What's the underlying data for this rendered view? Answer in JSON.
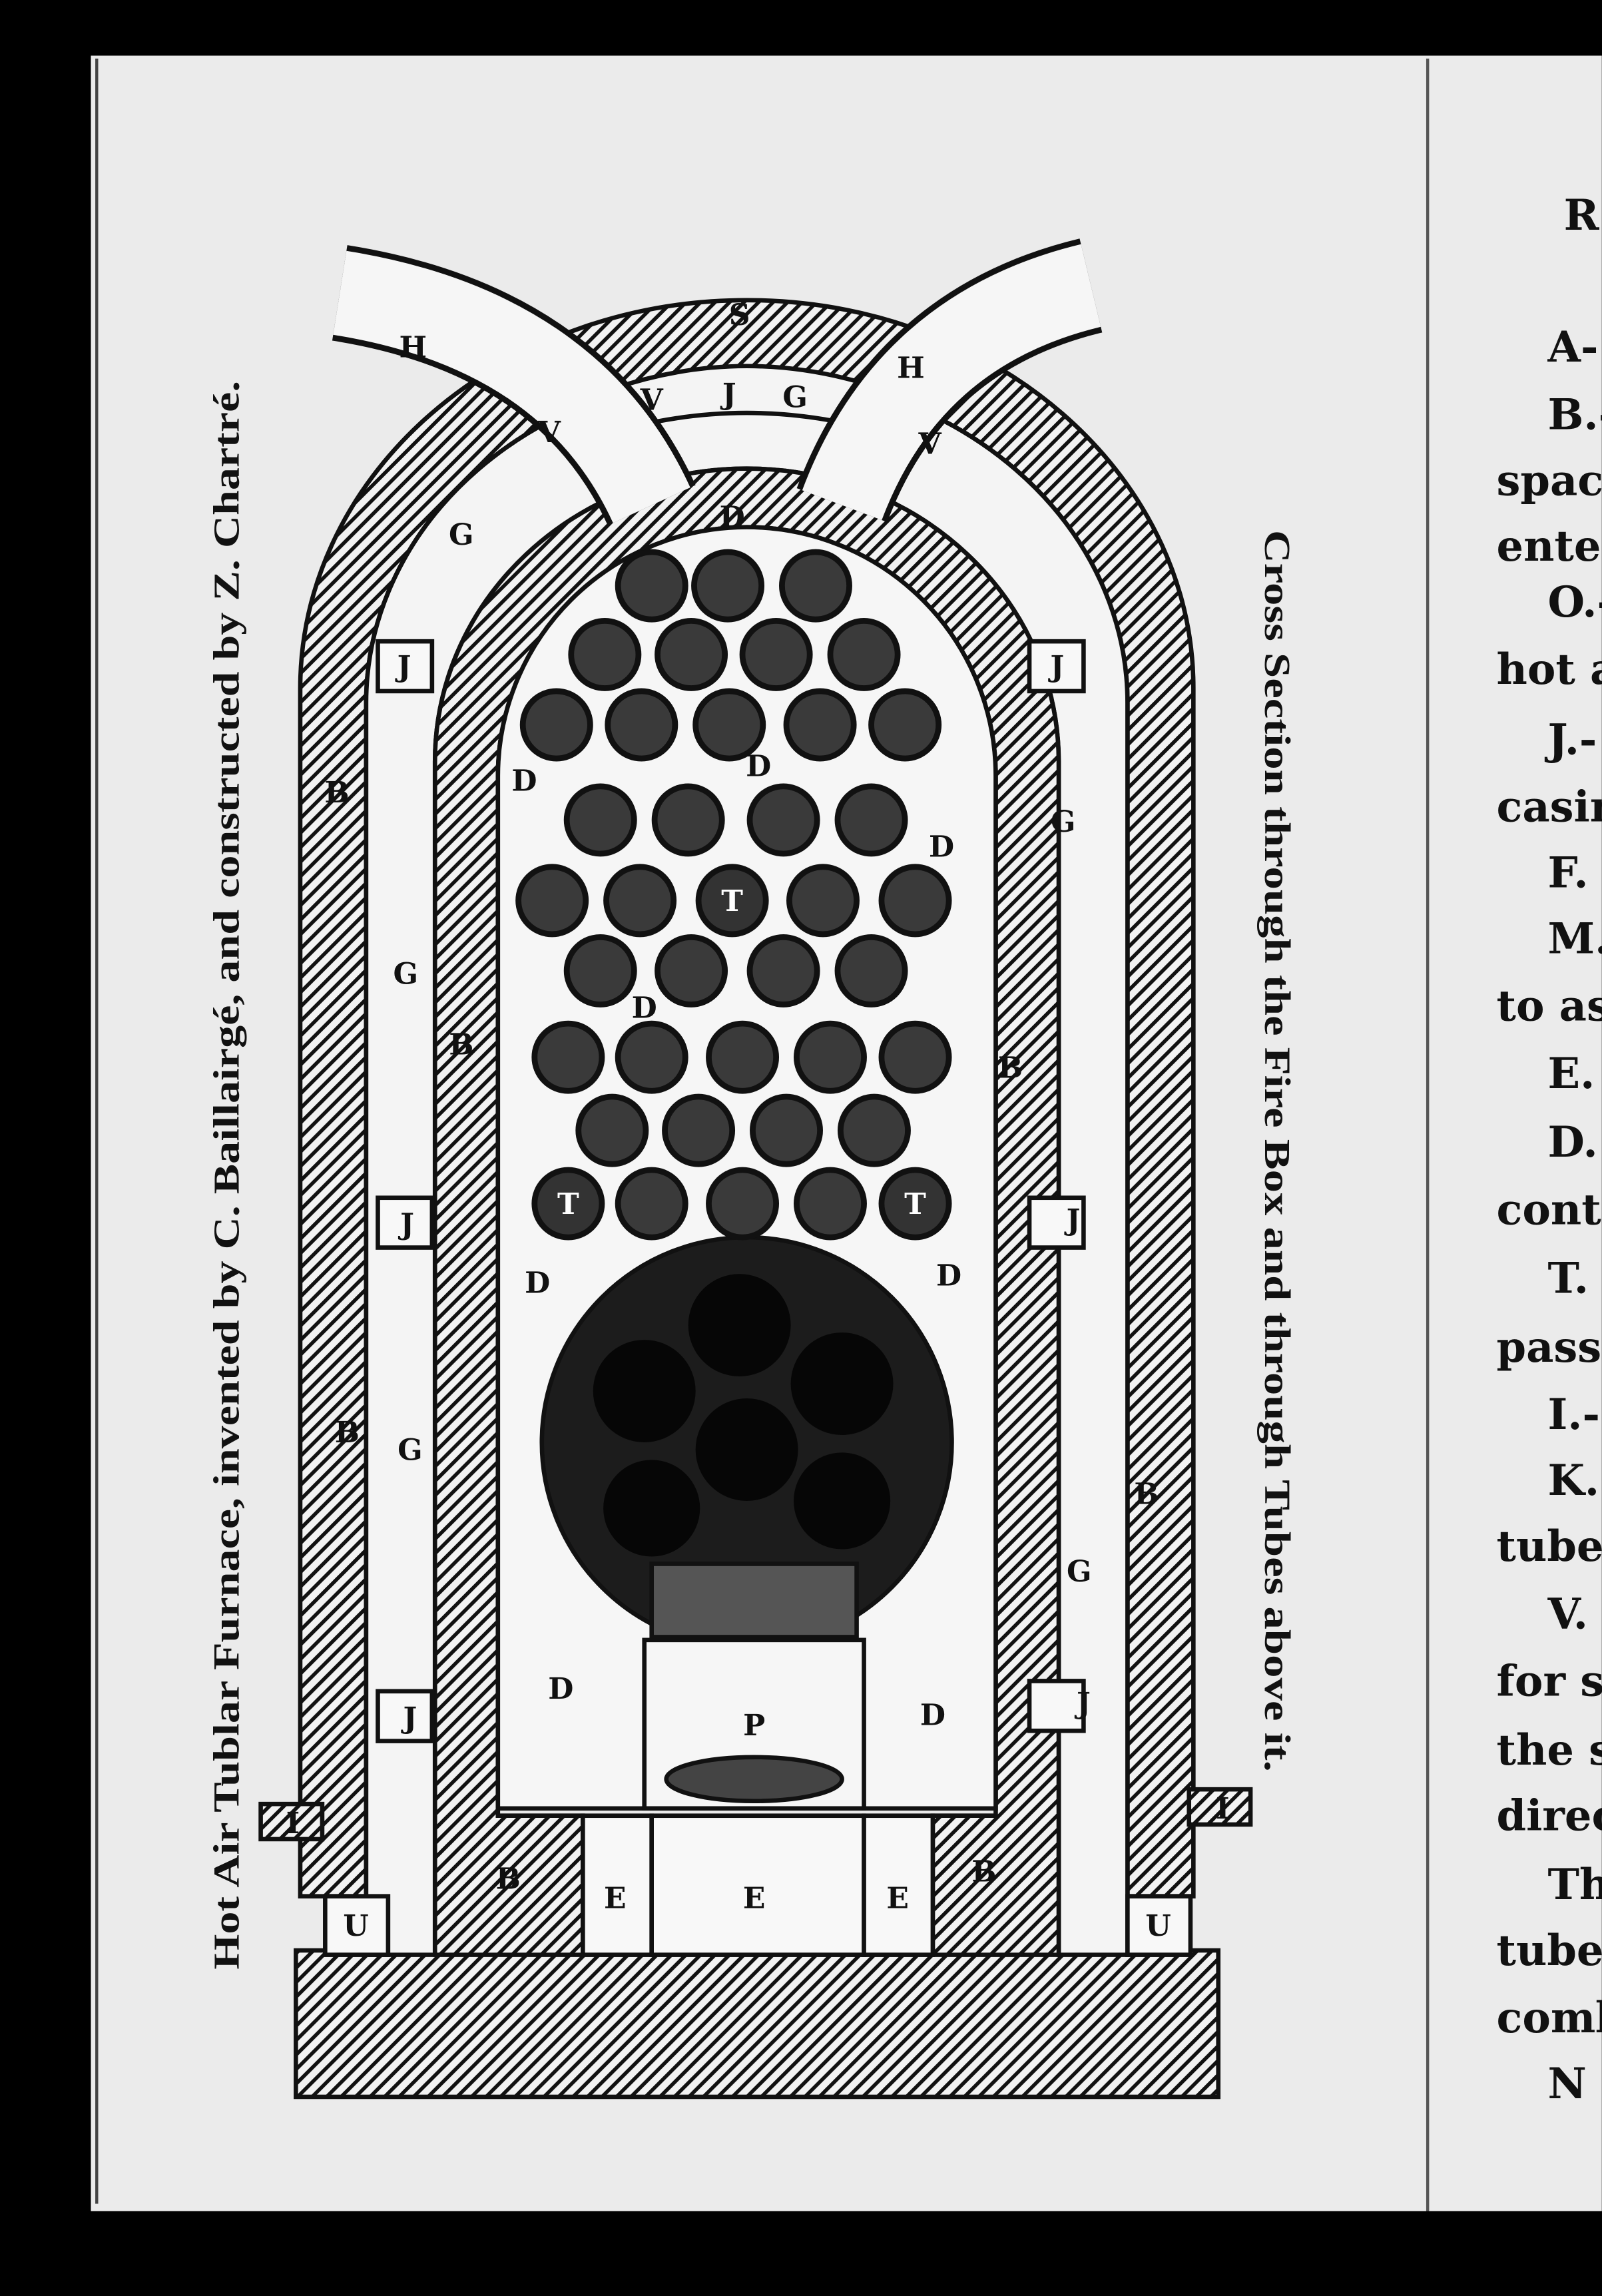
{
  "caption_left": "Hot Air Tublar Furnace, invented by C. Baillairgé, and constructed by Z. Chartré.",
  "caption_right": "Cross Section through the Fire Box and through Tubes above it.",
  "diagram": {
    "labels": {
      "H": "H",
      "S": "S",
      "V": "V",
      "J": "J",
      "G": "G",
      "D": "D",
      "B": "B",
      "T": "T",
      "P": "P",
      "E": "E",
      "U": "U",
      "I": "I"
    }
  },
  "right_column": {
    "lines": [
      "R",
      "A-",
      "B.-",
      "space",
      "enter",
      "O.-",
      "hot a",
      "J.-",
      "casin",
      "F.",
      "M.",
      "to asl",
      "E.",
      "D.",
      "conta",
      "T.",
      "pass.",
      "I.-",
      "K.",
      "tubes",
      "V.",
      "for su",
      "the s",
      "direc",
      "Th",
      "tubes",
      "comb",
      "N"
    ]
  }
}
